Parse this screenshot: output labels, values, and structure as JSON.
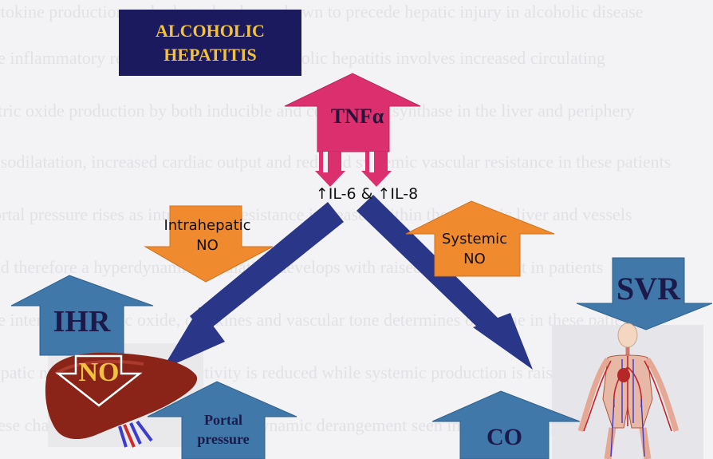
{
  "title_line1": "ALCOHOLIC",
  "title_line2": "HEPATITIS",
  "tnf_label": "TNFα",
  "interleukins": "↑IL-6 & ↑IL-8",
  "intrahepatic_line1": "Intrahepatic",
  "intrahepatic_line2": "NO",
  "systemic_line1": "Systemic",
  "systemic_line2": "NO",
  "ihr_label": "IHR",
  "svr_label": "SVR",
  "liver_no_label": "NO",
  "portal_line1": "Portal",
  "portal_line2": "pressure",
  "co_label": "CO",
  "background_text": [
    "cytokine production and release has been shown to precede hepatic injury in alcoholic disease",
    "the inflammatory response that follows alcoholic hepatitis involves increased circulating",
    "nitric oxide production by both inducible and constitutive synthase in the liver and periphery",
    "vasodilatation, increased cardiac output and reduced systemic vascular resistance in these patients",
    "portal pressure rises as intrahepatic resistance increases within the cirrhotic liver and vessels",
    "and therefore a hyperdynamic circulation develops with raised cardiac output in patients",
    "the interplay of nitric oxide, cytokines and vascular tone determines outcome in these patients",
    "hepatic nitric oxide synthase activity is reduced while systemic production is raised overall",
    "these changes contribute to the haemodynamic derangement seen in alcoholic hepatitis"
  ],
  "colors": {
    "title_bg": "#1c1a5e",
    "title_text": "#f2c23e",
    "blue_arrow": "#3f78a9",
    "pink_arrow": "#dc2f6e",
    "orange_arrow": "#f08a2e",
    "dark_arrow": "#2a3687",
    "liver": "#8a2418"
  },
  "icons": [
    "liver-illustration",
    "human-circulation-figure"
  ]
}
